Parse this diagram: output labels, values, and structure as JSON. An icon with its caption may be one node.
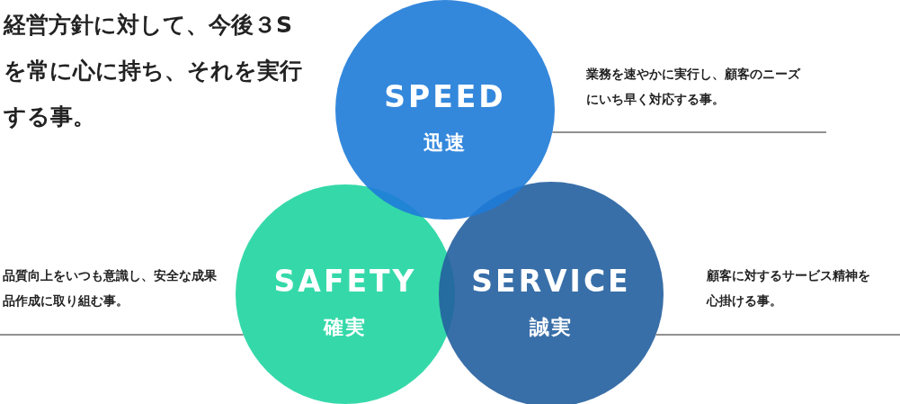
{
  "diagram": {
    "title": "経営方針に対して、今後３Sを常に心に持ち、それを実行する事。",
    "nodes": [
      {
        "text": [
          "SPEED",
          "迅速"
        ]
      },
      {
        "text": [
          "SAFETY",
          "確実"
        ]
      },
      {
        "text": [
          "SERVICE",
          "誠実"
        ]
      },
      {
        "text": [
          "業務を速やかに実行し、顧客のニーズにいち早く対応する事。"
        ]
      },
      {
        "text": [
          "品質向上をいつも意識し、安全な成果品作成に取り組む事。"
        ]
      },
      {
        "text": [
          "顧客に対するサービス精神を心掛ける事。"
        ]
      }
    ],
    "edges": [
      {
        "from": 3,
        "to": 0,
        "arrow": "none"
      },
      {
        "from": 4,
        "to": 1,
        "arrow": "none"
      },
      {
        "from": 5,
        "to": 2,
        "arrow": "none"
      }
    ]
  }
}
